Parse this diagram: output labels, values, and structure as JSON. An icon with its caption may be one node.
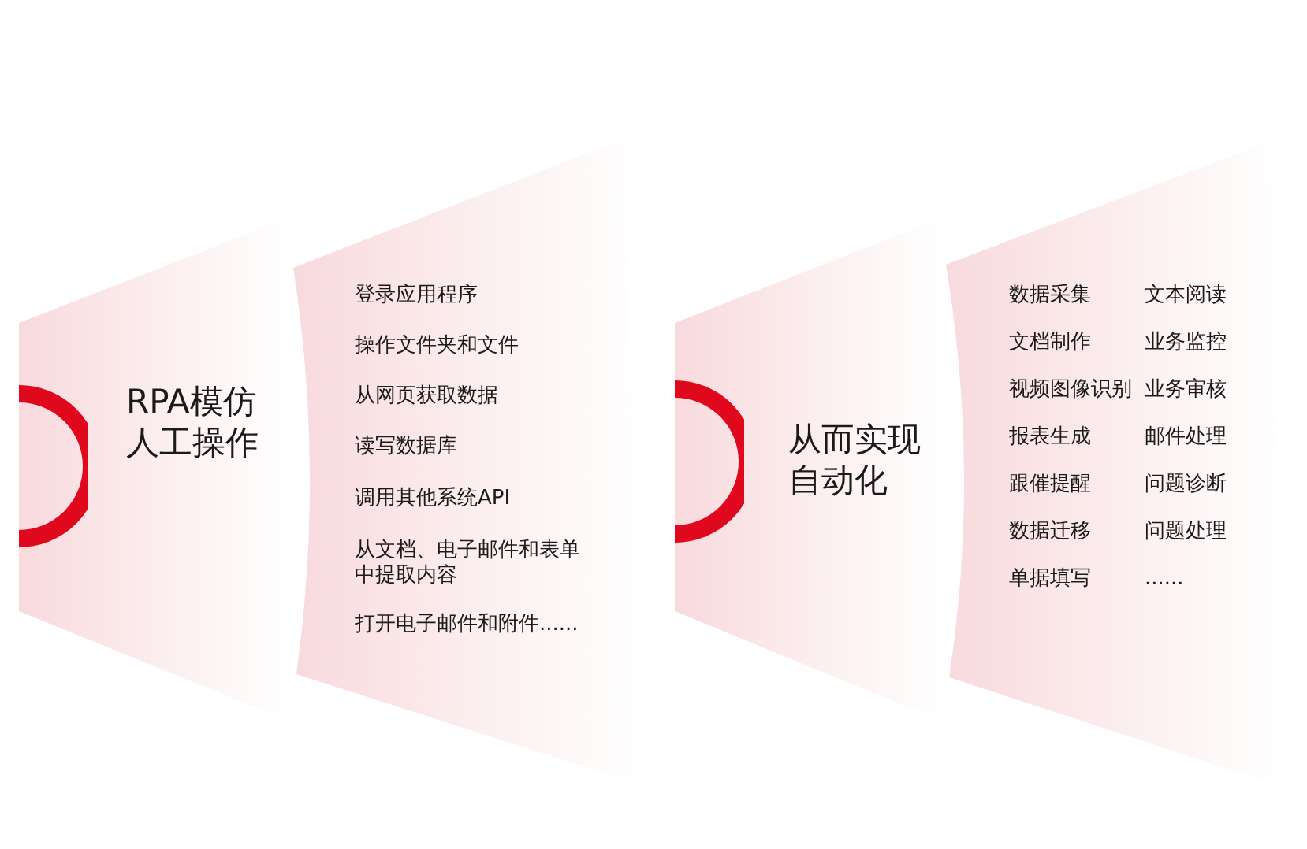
{
  "diagram": {
    "nodes": [
      {
        "text": [
          "RPA模仿人工操作"
        ]
      },
      {
        "text": [
          "登录应用程序",
          "操作文件夹和文件",
          "从网页获取数据",
          "读写数据库",
          "调用其他系统API",
          "从文档、电子邮件和表单中提取内容",
          "打开电子邮件和附件......"
        ]
      },
      {
        "text": [
          "从而实现自动化"
        ]
      },
      {
        "text": [
          "数据采集",
          "文本阅读",
          "文档制作",
          "业务监控",
          "视频图像识别",
          "业务审核",
          "报表生成",
          "邮件处理",
          "跟催提醒",
          "问题诊断",
          "数据迁移",
          "问题处理",
          "单据填写",
          "......"
        ]
      }
    ]
  }
}
